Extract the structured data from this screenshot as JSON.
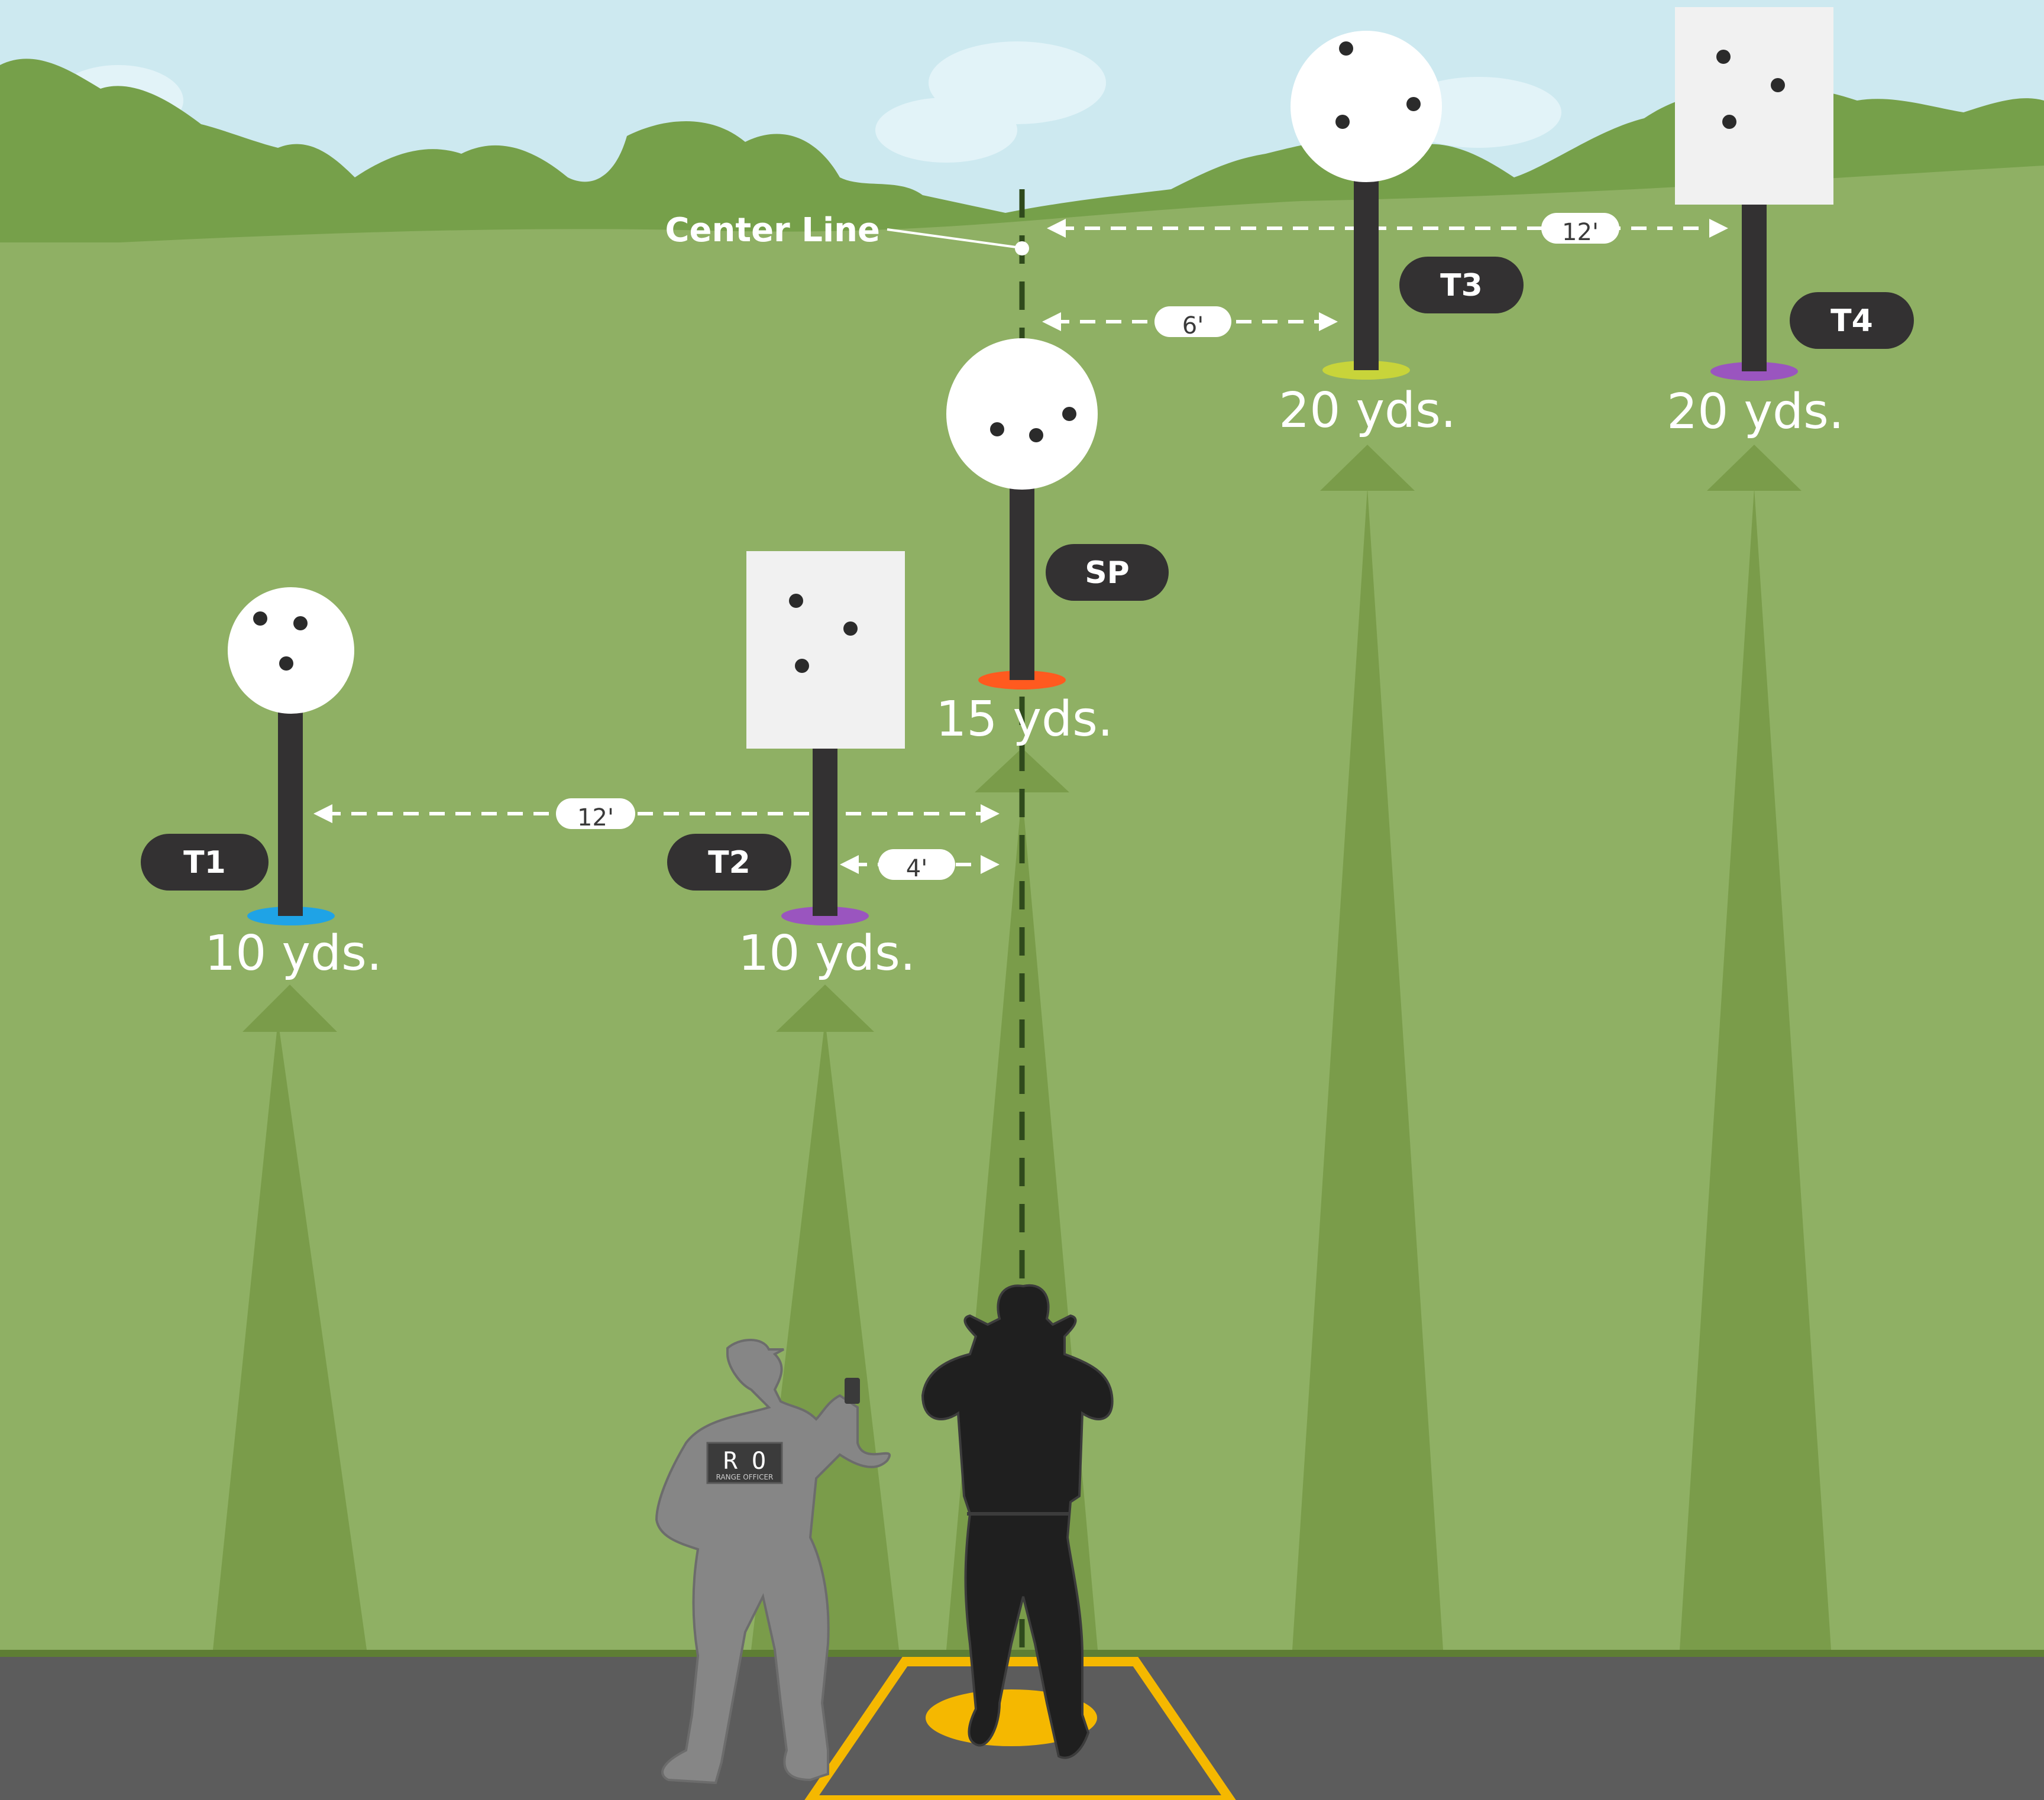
{
  "center_line_label": "Center Line",
  "targets": [
    {
      "id": "T1",
      "tag": "T1",
      "distance": "10 yds.",
      "shape": "circle",
      "base_color": "#1fa3e6"
    },
    {
      "id": "T2",
      "tag": "T2",
      "distance": "10 yds.",
      "shape": "rect",
      "base_color": "#9a55bf"
    },
    {
      "id": "SP",
      "tag": "SP",
      "distance": "15 yds.",
      "shape": "circle",
      "base_color": "#ff5a1f"
    },
    {
      "id": "T3",
      "tag": "T3",
      "distance": "20 yds.",
      "shape": "circle",
      "base_color": "#c8d43a"
    },
    {
      "id": "T4",
      "tag": "T4",
      "distance": "20 yds.",
      "shape": "rect",
      "base_color": "#9a55bf"
    }
  ],
  "spacings": {
    "t1_to_center": "12'",
    "t2_to_center": "4'",
    "center_to_t3": "6'",
    "center_to_t4": "12'"
  },
  "range_officer_patch": {
    "initials": "R O",
    "subtitle": "RANGE OFFICER"
  },
  "colors": {
    "sky": "#cde9f0",
    "trees": "#76a04a",
    "field": "#8fb064",
    "lane": "#7a9c4a",
    "ground": "#5c5c5c",
    "pole": "#333132",
    "tag": "#333132",
    "shooting_box": "#f5b800",
    "officer": "#868686",
    "shooter": "#1f1f1f"
  }
}
